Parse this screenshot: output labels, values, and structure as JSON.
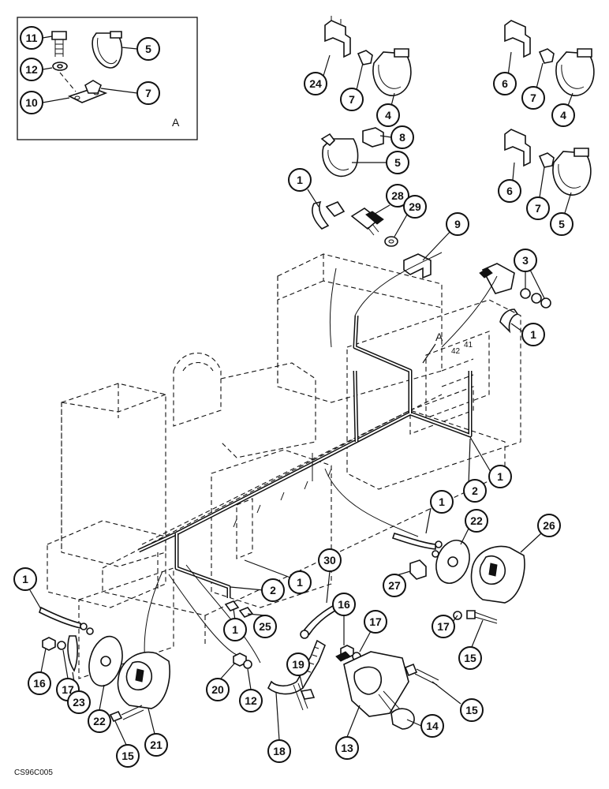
{
  "inset": {
    "label": "A"
  },
  "view_marker": {
    "label": "A"
  },
  "figure_code": "CS96C005",
  "panel_marks": {
    "left": "42",
    "right": "41"
  },
  "callouts": [
    "11",
    "5",
    "12",
    "7",
    "10",
    "24",
    "7",
    "4",
    "6",
    "7",
    "4",
    "8",
    "5",
    "6",
    "7",
    "5",
    "1",
    "28",
    "29",
    "9",
    "3",
    "1",
    "1",
    "2",
    "1",
    "1",
    "22",
    "26",
    "27",
    "30",
    "16",
    "17",
    "17",
    "15",
    "1",
    "2",
    "1",
    "25",
    "1",
    "16",
    "17",
    "23",
    "22",
    "15",
    "21",
    "20",
    "12",
    "19",
    "18",
    "13",
    "15",
    "14"
  ]
}
